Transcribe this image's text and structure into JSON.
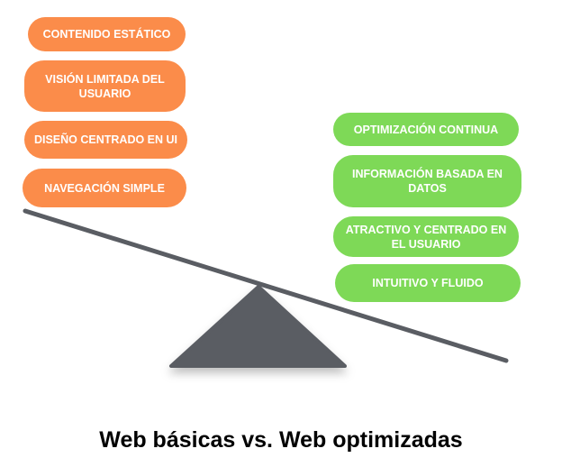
{
  "left_items": [
    "CONTENIDO ESTÁTICO",
    "VISIÓN LIMITADA DEL USUARIO",
    "DISEÑO CENTRADO EN UI",
    "NAVEGACIÓN SIMPLE"
  ],
  "right_items": [
    "OPTIMIZACIÓN CONTINUA",
    "INFORMACIÓN BASADA EN DATOS",
    "ATRACTIVO Y CENTRADO EN EL USUARIO",
    "INTUITIVO Y FLUIDO"
  ],
  "title": "Web básicas vs. Web optimizadas",
  "colors": {
    "left": "#fb8c4a",
    "right": "#7ed957",
    "scale": "#5a5d63"
  }
}
